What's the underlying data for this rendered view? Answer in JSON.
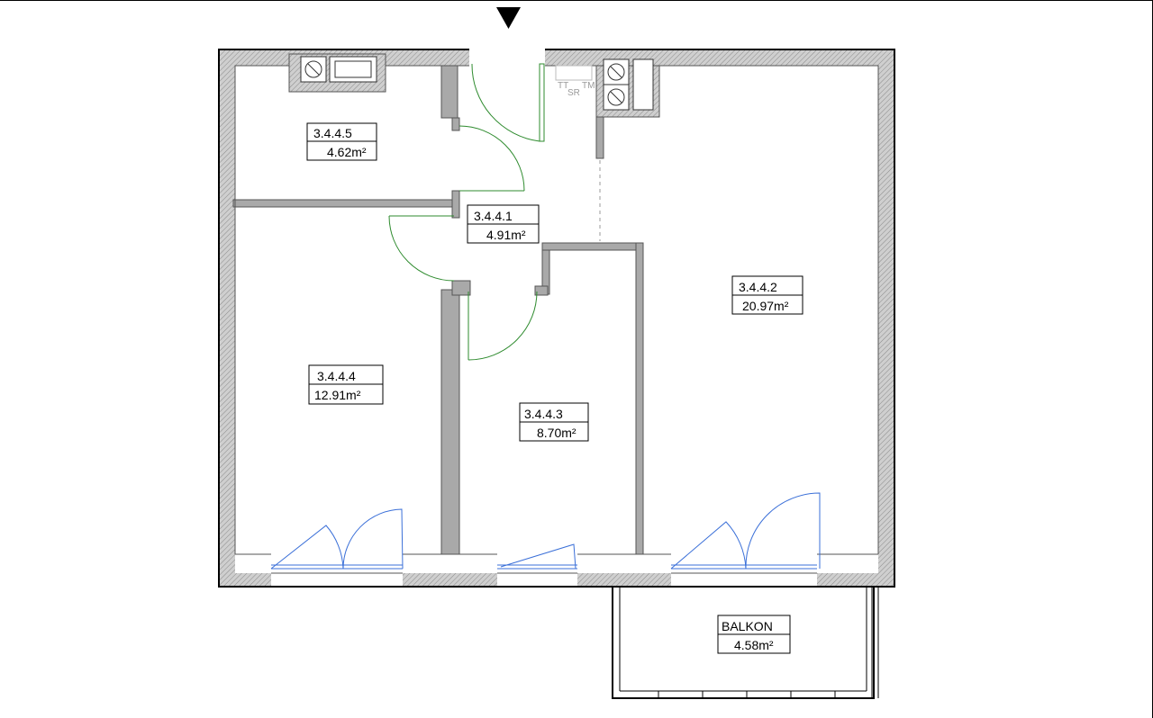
{
  "plan": {
    "rooms": [
      {
        "key": "room-3-4-4-5",
        "id": "3.4.4.5",
        "area": "4.62",
        "unit": "m²"
      },
      {
        "key": "room-3-4-4-1",
        "id": "3.4.4.1",
        "area": "4.91",
        "unit": "m²"
      },
      {
        "key": "room-3-4-4-2",
        "id": "3.4.4.2",
        "area": "20.97",
        "unit": "m²"
      },
      {
        "key": "room-3-4-4-4",
        "id": "3.4.4.4",
        "area": "12.91",
        "unit": "m²"
      },
      {
        "key": "room-3-4-4-3",
        "id": "3.4.4.3",
        "area": "8.70",
        "unit": "m²"
      },
      {
        "key": "room-balkon",
        "id": "BALKON",
        "area": "4.58",
        "unit": "m²"
      }
    ],
    "fixture_labels": {
      "tt": "TT",
      "tm": "TM",
      "sr": "SR"
    },
    "colors": {
      "wall": "#a9a9a9",
      "outline": "#000000",
      "interior_door": "#2e8b2e",
      "window": "#3a6fd8",
      "hatch": "#8a8a8a"
    },
    "icons": {
      "entrance": "entrance-arrow-icon"
    }
  }
}
